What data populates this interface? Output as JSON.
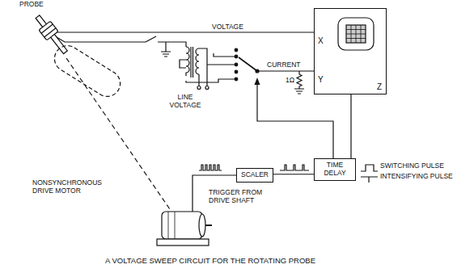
{
  "diagram": {
    "caption": "A VOLTAGE SWEEP CIRCUIT FOR THE ROTATING PROBE",
    "nodes": [
      {
        "text": [
          "X",
          "Y",
          "Z"
        ]
      },
      {
        "text": [
          "SCALER"
        ]
      },
      {
        "text": [
          "TIME DELAY"
        ]
      }
    ],
    "edges": [
      {
        "from": 1,
        "to": 2,
        "arrow": "none"
      },
      {
        "from": 2,
        "to": 0,
        "arrow": "none"
      }
    ],
    "labels": [
      "PROBE",
      "VOLTAGE",
      "CURRENT",
      "1Ω",
      "LINE VOLTAGE",
      "NONSYNCHRONOUS DRIVE MOTOR",
      "TRIGGER FROM DRIVE SHAFT",
      "SWITCHING PULSE",
      "INTENSIFYING PULSE"
    ]
  }
}
